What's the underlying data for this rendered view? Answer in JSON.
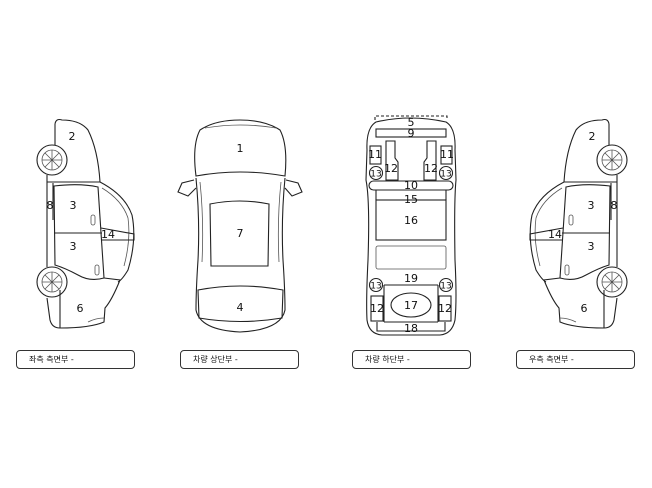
{
  "labels": {
    "left_side": "좌측 측면부 -",
    "top": "차량 상단부 -",
    "bottom": "차량 하단부 -",
    "right_side": "우측 측면부 -"
  },
  "parts": {
    "p1": "1",
    "p2": "2",
    "p3": "3",
    "p4": "4",
    "p5": "5",
    "p6": "6",
    "p7": "7",
    "p8": "8",
    "p9": "9",
    "p10": "10",
    "p11": "11",
    "p12": "12",
    "p13": "13",
    "p14": "14",
    "p15": "15",
    "p16": "16",
    "p17": "17",
    "p18": "18",
    "p19": "19"
  }
}
